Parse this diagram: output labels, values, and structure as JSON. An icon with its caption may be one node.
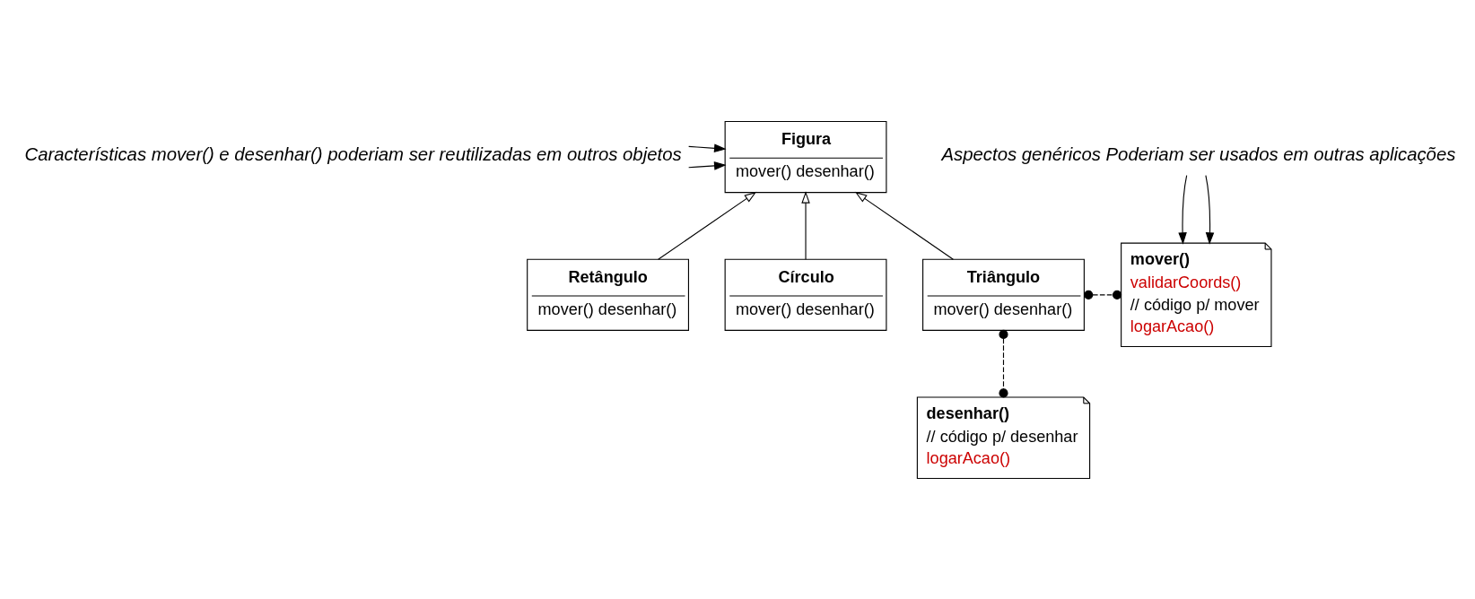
{
  "diagram": {
    "nodes": [
      {
        "text": [
          "Características mover() e desenhar() poderiam ser reutilizadas em outros objetos"
        ]
      },
      {
        "text": [
          "Figura",
          "mover() desenhar()"
        ]
      },
      {
        "text": [
          "Retângulo",
          "mover() desenhar()"
        ]
      },
      {
        "text": [
          "Círculo",
          "mover() desenhar()"
        ]
      },
      {
        "text": [
          "Triângulo",
          "mover() desenhar()"
        ]
      },
      {
        "text": [
          "Aspectos genéricos Poderiam ser usados em outras aplicações"
        ]
      },
      {
        "text": [
          "mover()",
          "validarCoords()",
          "// código p/ mover",
          "logarAcao()"
        ]
      },
      {
        "text": [
          "desenhar()",
          "// código p/ desenhar",
          "logarAcao()"
        ]
      }
    ],
    "edges": [
      {
        "from": 0,
        "to": 1,
        "arrow": "to"
      },
      {
        "from": 0,
        "to": 1,
        "arrow": "to"
      },
      {
        "from": 2,
        "to": 1,
        "arrow": "to"
      },
      {
        "from": 3,
        "to": 1,
        "arrow": "to"
      },
      {
        "from": 4,
        "to": 1,
        "arrow": "to"
      },
      {
        "from": 5,
        "to": 6,
        "arrow": "to"
      },
      {
        "from": 5,
        "to": 6,
        "arrow": "to"
      },
      {
        "from": 4,
        "to": 6,
        "arrow": "other",
        "style": "dashed"
      },
      {
        "from": 4,
        "to": 7,
        "arrow": "other",
        "style": "dashed"
      }
    ]
  }
}
